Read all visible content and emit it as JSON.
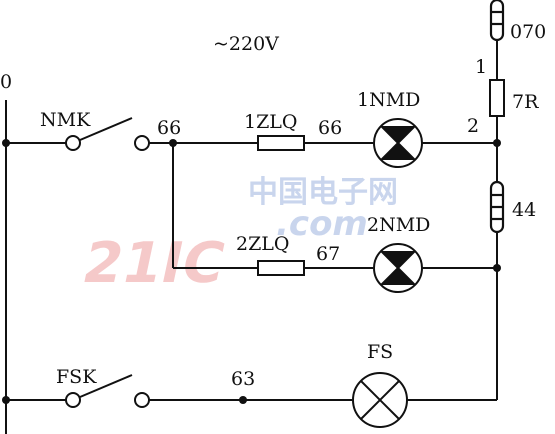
{
  "diagram": {
    "supply_label": "~220V",
    "left_rail_label": "0",
    "switch_nmk_label": "NMK",
    "switch_fsk_label": "FSK",
    "node_66_label": "66",
    "node_66b_label": "66",
    "node_67_label": "67",
    "node_63_label": "63",
    "node_070_label": "070",
    "node_1_label": "1",
    "node_2_label": "2",
    "node_44_label": "44",
    "resistor_label": "7R",
    "fuse_1_label": "1ZLQ",
    "fuse_2_label": "2ZLQ",
    "lamp_1_label": "1NMD",
    "lamp_2_label": "2NMD",
    "lamp_fs_label": "FS"
  },
  "watermark": {
    "line_cn": "中国电子网",
    "line_num": "21IC",
    "line_com": ".com",
    "color_light": "#b8c8e8",
    "color_red": "#f2b8b8"
  },
  "colors": {
    "ink": "#111111",
    "background": "#ffffff"
  }
}
